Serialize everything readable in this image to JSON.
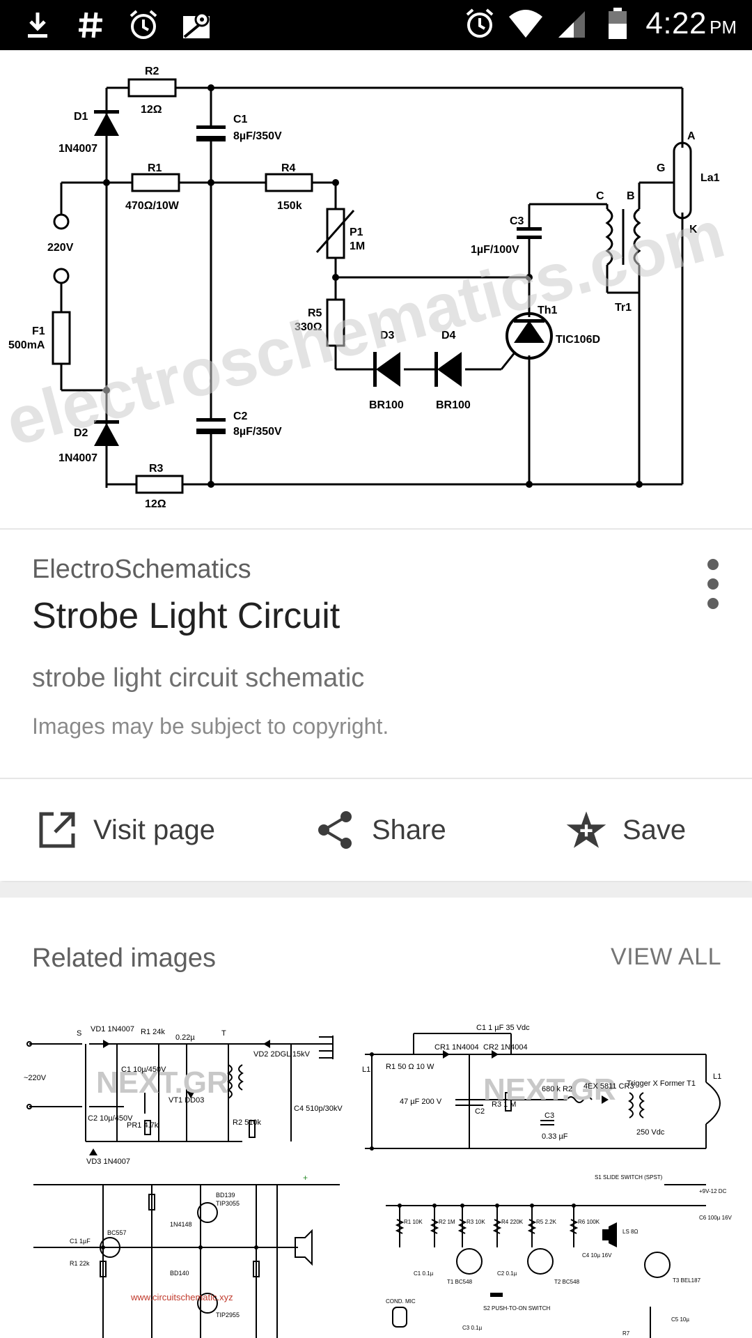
{
  "status_bar": {
    "left_icons": [
      "download-icon",
      "hashtag-icon",
      "alarm-icon",
      "maps-icon"
    ],
    "right_icons": [
      "alarm-icon",
      "wifi-icon",
      "cell-signal-icon",
      "battery-icon"
    ],
    "time": "4:22",
    "ampm": "PM"
  },
  "schematic": {
    "labels": {
      "r2": "R2",
      "r2v": "12Ω",
      "d1": "D1",
      "d1v": "1N4007",
      "c1": "C1",
      "c1v": "8µF/350V",
      "r1": "R1",
      "r1v": "470Ω/10W",
      "r4": "R4",
      "r4v": "150k",
      "v220": "220V",
      "p1": "P1",
      "p1v": "1M",
      "c3": "C3",
      "c3v": "1µF/100V",
      "f1": "F1",
      "f1v": "500mA",
      "r5": "R5",
      "r5v": "330Ω",
      "d3": "D3",
      "d3v": "BR100",
      "d4": "D4",
      "d4v": "BR100",
      "th1": "Th1",
      "th1v": "TIC106D",
      "tr1": "Tr1",
      "la1": "La1",
      "c2": "C2",
      "c2v": "8µF/350V",
      "d2": "D2",
      "d2v": "1N4007",
      "r3": "R3",
      "r3v": "12Ω",
      "pin_a": "A",
      "pin_k": "K",
      "pin_g": "G",
      "pin_b": "B",
      "pin_c": "C"
    },
    "watermark": "electroschematics.com"
  },
  "info": {
    "source": "ElectroSchematics",
    "title": "Strobe Light Circuit",
    "description": "strobe light circuit schematic",
    "copyright": "Images may be subject to copyright."
  },
  "actions": {
    "visit": "Visit page",
    "share": "Share",
    "save": "Save"
  },
  "related": {
    "heading": "Related images",
    "view_all": "VIEW ALL",
    "thumbs": [
      {
        "watermark": "NEXT.GR",
        "labels": [
          "~220V",
          "VD1 1N4007",
          "R1 24k",
          "C1 10µ/450V",
          "VT1 DD03",
          "VD2 2DGL 15kV",
          "C4 510p/30kV",
          "R2 510k",
          "PR1 4.7k",
          "C2 10µ/450V",
          "VD3 1N4007",
          "0.22µ",
          "T",
          "S"
        ]
      },
      {
        "watermark": "NEXT.GR",
        "labels": [
          "C1 1 µF 35 Vdc",
          "R1 50 Ω 10 W",
          "CR1 1N4004",
          "CR2 1N4004",
          "L1",
          "47 µF 200 V",
          "C2",
          "680 k R2",
          "R3 1 M",
          "4EX 5811 CR3",
          "Trigger X Former T1",
          "C3",
          "0.33 µF",
          "250 Vdc",
          "L1"
        ]
      },
      {
        "watermark": "www.circuitschematic.xyz",
        "labels": [
          "BC557",
          "TIP3055",
          "TIP2955",
          "1N4148",
          "BD139",
          "BD140",
          "R1 22k",
          "C1 1µF"
        ]
      },
      {
        "watermark": "",
        "labels": [
          "S1 SLIDE SWITCH (SPST)",
          "+9V-12 DC",
          "R1 10K",
          "R2 1M",
          "R3 10K",
          "R4 220K",
          "R5 2.2K",
          "R6 100K",
          "LS 8Ω",
          "C6 100µ 16V",
          "C1 0.1µ",
          "T1 BC548",
          "C2 0.1µ",
          "T2 BC548",
          "C4 10µ 16V",
          "T3 BEL187",
          "COND. MIC",
          "C3 0.1µ",
          "S2 PUSH-TO-ON SWITCH",
          "R7",
          "C5 10µ"
        ]
      }
    ]
  },
  "colors": {
    "status_bar": "#000000",
    "title": "#212121",
    "secondary": "#5f5f5f",
    "muted": "#8a8a8a",
    "divider": "#e6e6e6"
  }
}
